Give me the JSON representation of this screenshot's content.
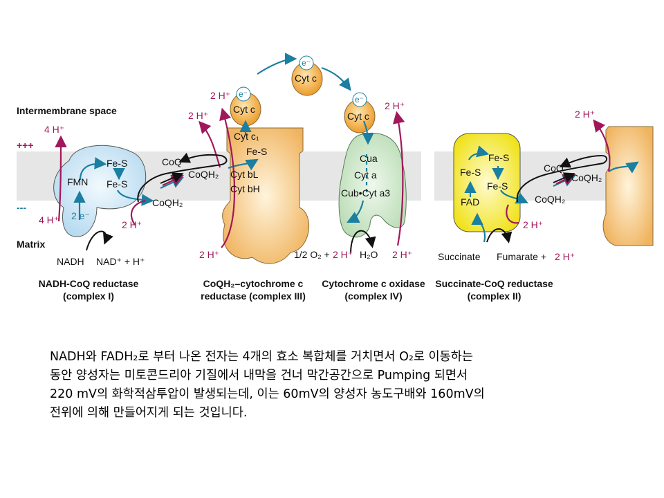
{
  "diagram": {
    "regions": {
      "intermembrane": "Intermembrane space",
      "matrix": "Matrix",
      "plus": "+++",
      "minus": "---"
    },
    "complex1": {
      "caption_line1": "NADH-CoQ reductase",
      "caption_line2": "(complex I)",
      "fmn": "FMN",
      "fes1": "Fe-S",
      "fes2": "Fe-S",
      "electrons": "2 e⁻",
      "h_out": "4 H⁺",
      "h_in": "4 H⁺",
      "nadh": "NADH",
      "nad": "NAD⁺ + H⁺",
      "coq": "CoQ",
      "coqh2": "CoQH₂",
      "h_coq": "2 H⁺"
    },
    "complex3": {
      "caption_line1": "CoQH₂–cytochrome c",
      "caption_line2": "reductase (complex III)",
      "cytc1": "Cyt c₁",
      "fes": "Fe-S",
      "cytbl": "Cyt bL",
      "cytbh": "Cyt bH",
      "coqh2": "CoQH₂",
      "h_out1": "2 H⁺",
      "h_out2": "2 H⁺",
      "h_in": "2 H⁺"
    },
    "cytc": {
      "label": "Cyt c",
      "electron": "e⁻"
    },
    "complex4": {
      "caption_line1": "Cytochrome c oxidase",
      "caption_line2": "(complex IV)",
      "cua": "Cua",
      "cyta": "Cyt a",
      "cub": "Cub•Cyt a3",
      "reaction_o2": "1/2 O₂ +",
      "reaction_h": "2 H⁺",
      "h2o": "H₂O",
      "h_in": "2 H⁺",
      "h_out": "2 H⁺"
    },
    "complex2": {
      "caption_line1": "Succinate-CoQ reductase",
      "caption_line2": "(complex II)",
      "fad": "FAD",
      "fes1": "Fe-S",
      "fes2": "Fe-S",
      "fes3": "Fe-S",
      "coq": "CoQ",
      "coqh2a": "CoQH₂",
      "coqh2b": "CoQH₂",
      "h_in": "2 H⁺",
      "h_out": "2 H⁺",
      "succinate": "Succinate",
      "fumarate": "Fumarate +",
      "fumarate_h": "2 H⁺"
    },
    "colors": {
      "membrane": "#e6e6e6",
      "proton": "#a0185a",
      "electron": "#1a7fa0",
      "complex1": "#cfe6f5",
      "complex3": "#f5c27a",
      "complex4": "#c9e6c5",
      "complex2": "#f2ea2a"
    }
  },
  "text": {
    "line1": "NADH와 FADH₂로 부터 나온 전자는 4개의 효소 복합체를 거치면서 O₂로 이동하는",
    "line2": "동안 양성자는 미토콘드리아 기질에서 내막을 건너 막간공간으로 Pumping 되면서",
    "line3": "220 mV의 화학적삼투압이 발생되는데, 이는 60mV의 양성자 농도구배와 160mV의",
    "line4": "전위에 의해 만들어지게 되는 것입니다."
  }
}
